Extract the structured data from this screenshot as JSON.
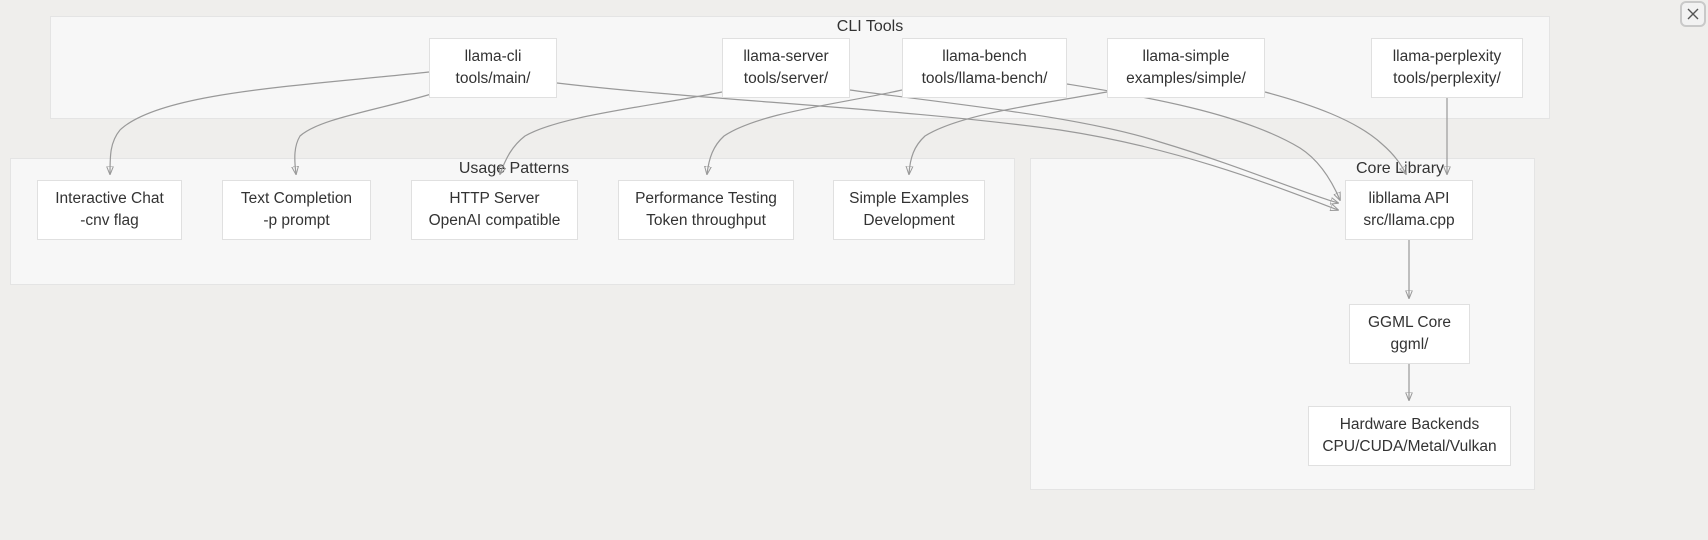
{
  "window": {
    "close_label": "close-icon"
  },
  "diagram": {
    "type": "flowchart",
    "subgraphs": [
      {
        "id": "cli-tools",
        "label": "CLI Tools"
      },
      {
        "id": "usage-patterns",
        "label": "Usage Patterns"
      },
      {
        "id": "core-library",
        "label": "Core Library"
      }
    ],
    "nodes": {
      "llama_cli": {
        "line1": "llama-cli",
        "line2": "tools/main/"
      },
      "llama_server": {
        "line1": "llama-server",
        "line2": "tools/server/"
      },
      "llama_bench": {
        "line1": "llama-bench",
        "line2": "tools/llama-bench/"
      },
      "llama_simple": {
        "line1": "llama-simple",
        "line2": "examples/simple/"
      },
      "llama_perplexity": {
        "line1": "llama-perplexity",
        "line2": "tools/perplexity/"
      },
      "interactive_chat": {
        "line1": "Interactive Chat",
        "line2": "-cnv flag"
      },
      "text_completion": {
        "line1": "Text Completion",
        "line2": "-p prompt"
      },
      "http_server": {
        "line1": "HTTP Server",
        "line2": "OpenAI compatible"
      },
      "performance_testing": {
        "line1": "Performance Testing",
        "line2": "Token throughput"
      },
      "simple_examples": {
        "line1": "Simple Examples",
        "line2": "Development"
      },
      "libllama_api": {
        "line1": "libllama API",
        "line2": "src/llama.cpp"
      },
      "ggml_core": {
        "line1": "GGML Core",
        "line2": "ggml/"
      },
      "hardware_backends": {
        "line1": "Hardware Backends",
        "line2": "CPU/CUDA/Metal/Vulkan"
      }
    },
    "edges": [
      {
        "from": "llama_cli",
        "to": "interactive_chat"
      },
      {
        "from": "llama_cli",
        "to": "text_completion"
      },
      {
        "from": "llama_cli",
        "to": "libllama_api"
      },
      {
        "from": "llama_server",
        "to": "http_server"
      },
      {
        "from": "llama_server",
        "to": "libllama_api"
      },
      {
        "from": "llama_bench",
        "to": "performance_testing"
      },
      {
        "from": "llama_bench",
        "to": "libllama_api"
      },
      {
        "from": "llama_simple",
        "to": "simple_examples"
      },
      {
        "from": "llama_simple",
        "to": "libllama_api"
      },
      {
        "from": "llama_perplexity",
        "to": "libllama_api"
      },
      {
        "from": "libllama_api",
        "to": "ggml_core"
      },
      {
        "from": "ggml_core",
        "to": "hardware_backends"
      }
    ],
    "colors": {
      "page_background": "#efeeec",
      "subgraph_background": "#f7f7f7",
      "subgraph_border": "#e4e4e4",
      "node_background": "#ffffff",
      "node_border": "#e0e0e0",
      "edge_stroke": "#999999",
      "text": "#333333"
    }
  }
}
